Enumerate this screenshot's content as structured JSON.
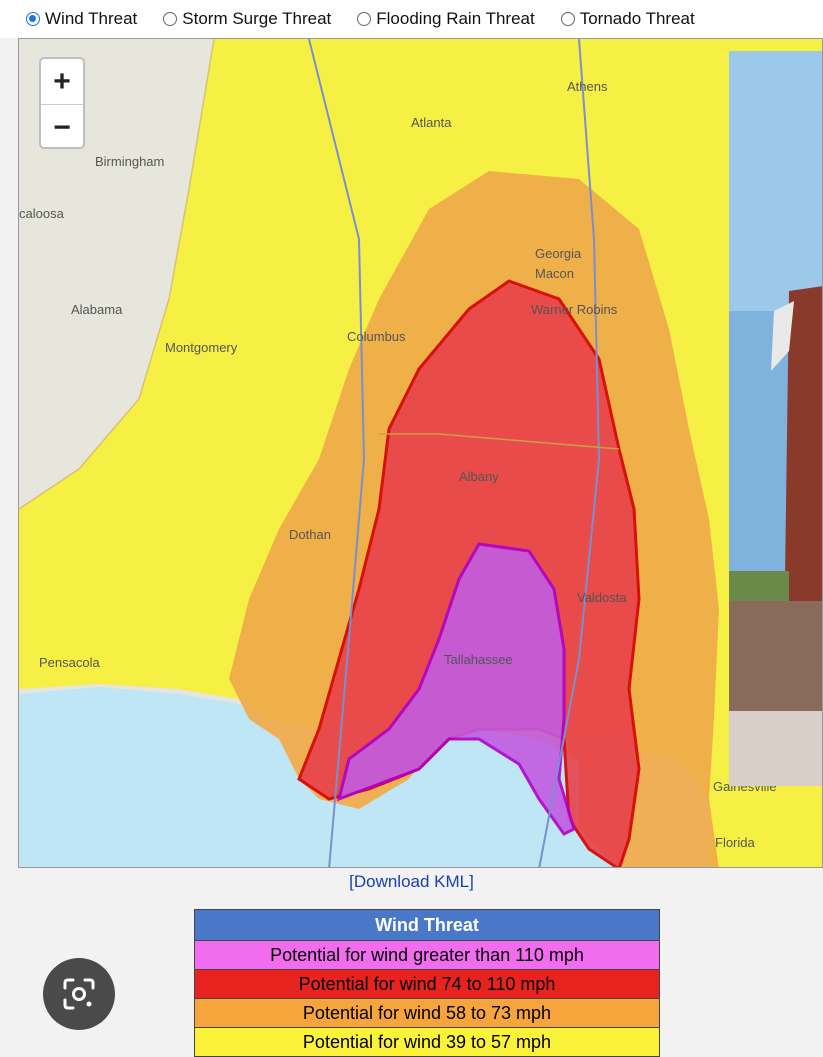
{
  "tabs": [
    {
      "label": "Wind Threat",
      "selected": true
    },
    {
      "label": "Storm Surge Threat",
      "selected": false
    },
    {
      "label": "Flooding Rain Threat",
      "selected": false
    },
    {
      "label": "Tornado Threat",
      "selected": false
    }
  ],
  "zoom": {
    "in_label": "+",
    "out_label": "−"
  },
  "map_labels": {
    "athens": "Athens",
    "atlanta": "Atlanta",
    "birmingham": "Birmingham",
    "tuscaloosa": "caloosa",
    "georgia": "Georgia",
    "macon": "Macon",
    "warner_robins": "Warner Robins",
    "alabama": "Alabama",
    "columbus": "Columbus",
    "montgomery": "Montgomery",
    "albany": "Albany",
    "dothan": "Dothan",
    "valdosta": "Valdosta",
    "pensacola": "Pensacola",
    "tallahassee": "Tallahassee",
    "gainesville": "Gainesville",
    "florida": "Florida"
  },
  "download_link": "[Download KML]",
  "legend": {
    "title": "Wind Threat",
    "items": [
      {
        "label": "Potential for wind greater than 110 mph",
        "color": "#f26cf0"
      },
      {
        "label": "Potential for wind 74 to 110 mph",
        "color": "#e8221f"
      },
      {
        "label": "Potential for wind 58 to 73 mph",
        "color": "#f6a53c"
      },
      {
        "label": "Potential for wind 39 to 57 mph",
        "color": "#fbf23a"
      }
    ],
    "header_color": "#4a78c8"
  },
  "zone_colors": {
    "yellow": "#f7f03c",
    "orange": "#efaa4a",
    "red": "#e8414a",
    "magenta": "#c25ce0",
    "water": "#bfe6f5"
  }
}
